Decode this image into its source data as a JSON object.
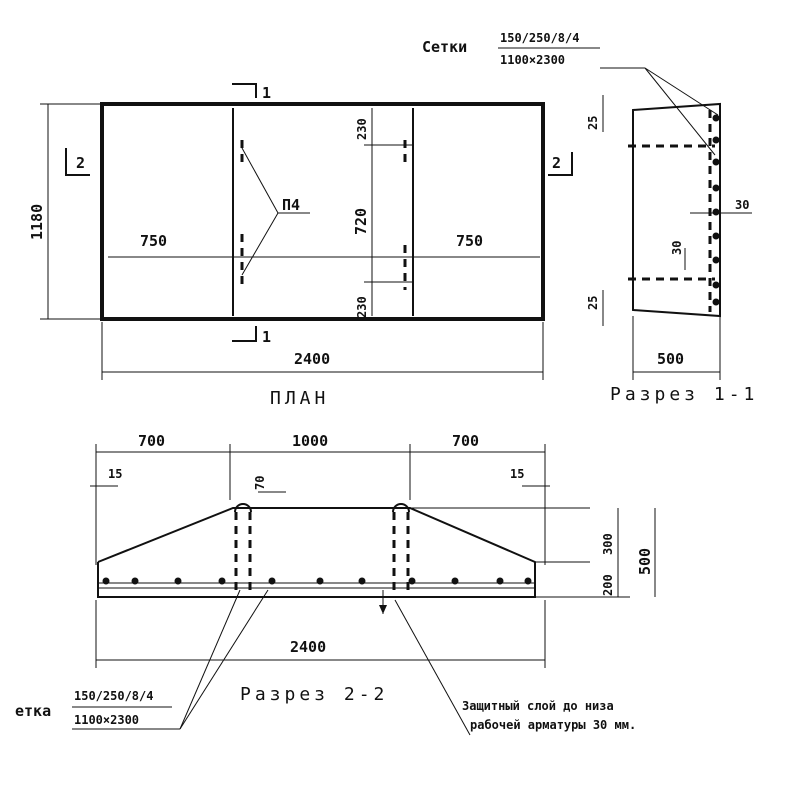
{
  "mesh_label_top": "Сетки",
  "mesh_label_bottom": "етка",
  "mesh_numerator": "150/250/8/4",
  "mesh_denominator": "1100×2300",
  "plan": {
    "title": "ПЛАН",
    "overall_width": "2400",
    "height": "1180",
    "left_span": "750",
    "right_span": "750",
    "middle": "720",
    "edge_top": "230",
    "edge_bottom": "230",
    "loop_label": "П4",
    "section_1": "1",
    "section_2": "2"
  },
  "section11": {
    "title": "Разрез 1-1",
    "width": "500",
    "cover_top": "25",
    "cover_bottom": "25",
    "side": "30",
    "inner": "30"
  },
  "section22": {
    "title": "Разрез 2-2",
    "left": "700",
    "middle": "1000",
    "right": "700",
    "edge_left": "15",
    "edge_right": "15",
    "loop": "70",
    "overall": "2400",
    "h_top": "300",
    "h_bottom": "200",
    "h_total": "500"
  },
  "note_line1": "Защитный слой до низа",
  "note_line2": "рабочей арматуры 30 мм."
}
